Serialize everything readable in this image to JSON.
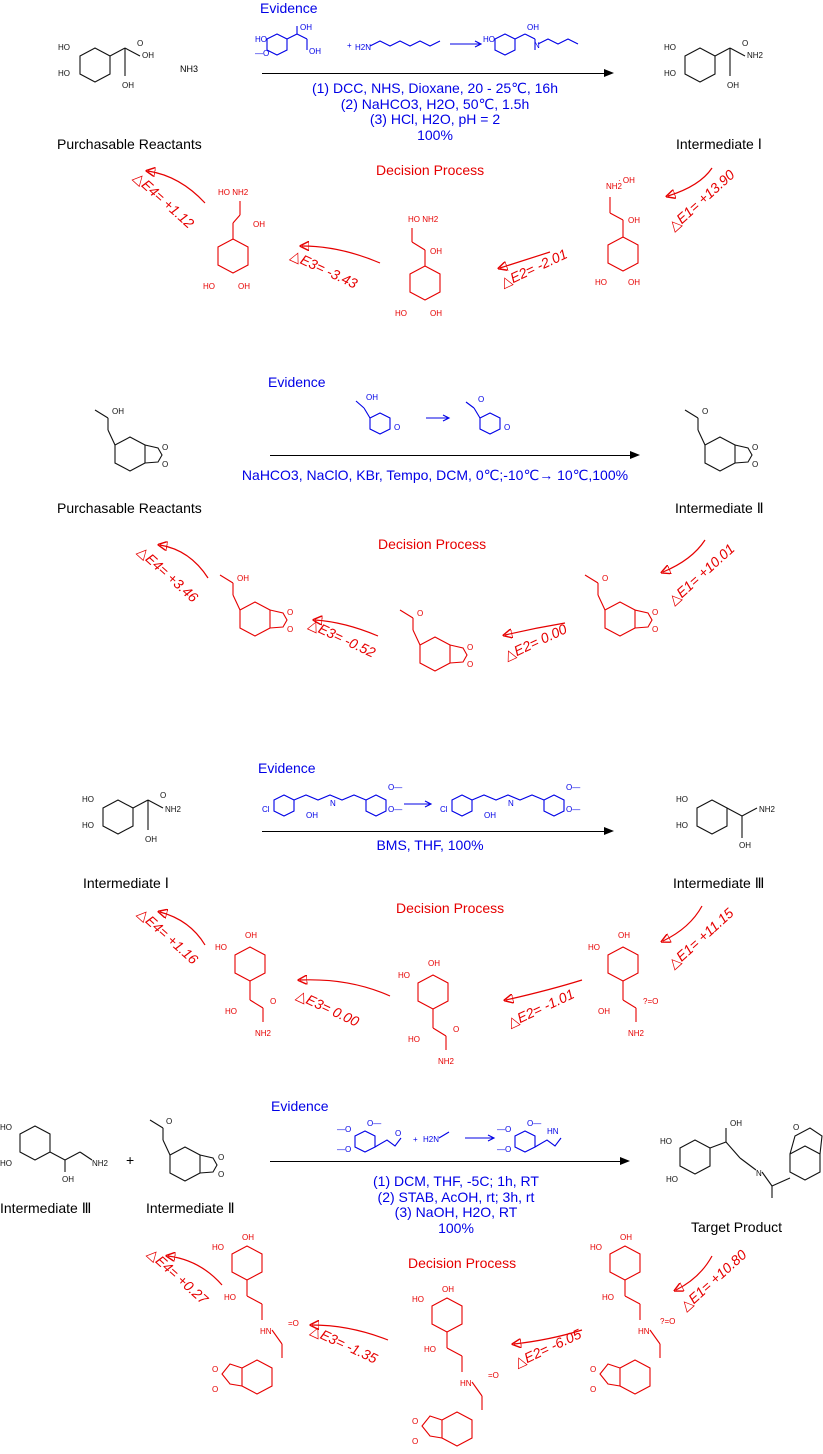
{
  "colors": {
    "evidence": "#0000e6",
    "decision": "#e60000",
    "text": "#000000"
  },
  "sections": [
    {
      "evidence_label": "Evidence",
      "conditions": [
        "(1) DCC, NHS, Dioxane, 20 - 25℃, 16h",
        "(2) NaHCO3, H2O, 50℃, 1.5h",
        "(3) HCl, H2O, pH = 2",
        "100%"
      ],
      "left_label": "Purchasable Reactants",
      "right_label": "Intermediate Ⅰ",
      "decision_label": "Decision Process",
      "deltas": [
        "△E1= +13.90",
        "△E2= -2.01",
        "△E3= -3.43",
        "△E4= +1.12"
      ],
      "reagent_label": "NH3"
    },
    {
      "evidence_label": "Evidence",
      "conditions": [
        "NaHCO3, NaClO, KBr, Tempo, DCM, 0℃;-10℃→ 10℃,100%"
      ],
      "left_label": "Purchasable Reactants",
      "right_label": "Intermediate Ⅱ",
      "decision_label": "Decision Process",
      "deltas": [
        "△E1= +10.01",
        "△E2= 0.00",
        "△E3= -0.52",
        "△E4= +3.46"
      ]
    },
    {
      "evidence_label": "Evidence",
      "conditions": [
        "BMS, THF, 100%"
      ],
      "left_label": "Intermediate Ⅰ",
      "right_label": "Intermediate Ⅲ",
      "decision_label": "Decision Process",
      "deltas": [
        "△E1= +11.15",
        "△E2= -1.01",
        "△E3= 0.00",
        "△E4= +1.16"
      ]
    },
    {
      "evidence_label": "Evidence",
      "conditions": [
        "(1) DCM, THF, -5C; 1h, RT",
        "(2) STAB, AcOH, rt; 3h, rt",
        "(3) NaOH, H2O, RT",
        "100%"
      ],
      "left_label": "Intermediate Ⅲ",
      "middle_label": "Intermediate Ⅱ",
      "plus": "+",
      "right_label": "Target Product",
      "decision_label": "Decision Process",
      "deltas": [
        "△E1= +10.80",
        "△E2= -6.05",
        "△E3= -1.35",
        "△E4= +0.27"
      ]
    }
  ]
}
